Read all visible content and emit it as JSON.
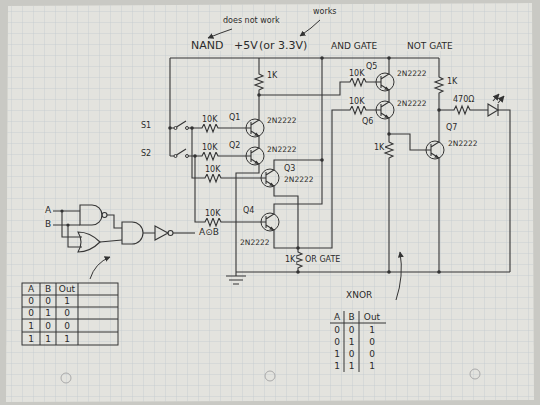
{
  "diagram": {
    "labels": [
      "does not work",
      "works",
      "NAND",
      "+5V",
      "(or 3.3V)",
      "AND GATE",
      "NOT GATE",
      "1K",
      "10K",
      "Q5",
      "2N2222",
      "1K",
      "470Ω",
      "10K",
      "Q6",
      "2N2222",
      "S1",
      "10K",
      "Q1",
      "2N2222",
      "S2",
      "10K",
      "Q2",
      "2N2222",
      "10K",
      "Q3",
      "2N2222",
      "10K",
      "Q4",
      "2N2222",
      "OR GATE",
      "1K",
      "1K",
      "Q7",
      "2N2222",
      "A",
      "B",
      "A⊙B",
      "A",
      "B",
      "Out",
      "0",
      "0",
      "1",
      "0",
      "1",
      "0",
      "1",
      "0",
      "0",
      "1",
      "1",
      "1",
      "XNOR",
      "A",
      "B",
      "Out",
      "0",
      "0",
      "1",
      "0",
      "1",
      "0",
      "1",
      "0",
      "0",
      "1",
      "1",
      "1"
    ]
  }
}
